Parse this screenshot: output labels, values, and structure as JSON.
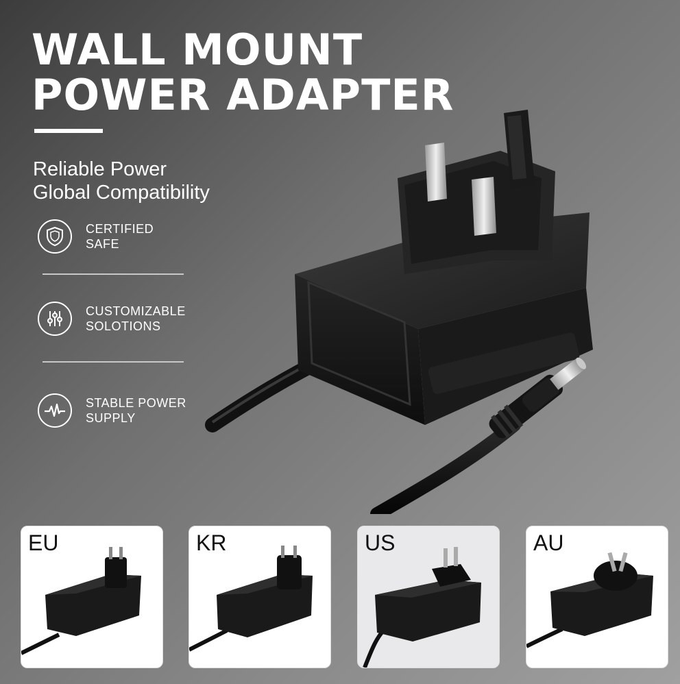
{
  "title": {
    "line1": "WALL MOUNT",
    "line2": "POWER ADAPTER"
  },
  "subtitle": {
    "line1": "Reliable Power",
    "line2": "Global Compatibility"
  },
  "features": [
    {
      "icon": "shield-icon",
      "line1": "CERTIFIED",
      "line2": "SAFE"
    },
    {
      "icon": "sliders-icon",
      "line1": "CUSTOMIZABLE",
      "line2": "SOLOTIONS"
    },
    {
      "icon": "pulse-icon",
      "line1": "STABLE POWER",
      "line2": "SUPPLY"
    }
  ],
  "plug_types": [
    "EU",
    "KR",
    "US",
    "AU"
  ],
  "colors": {
    "text": "#ffffff",
    "adapter": "#1a1a1a",
    "card_bg": "#ffffff"
  }
}
